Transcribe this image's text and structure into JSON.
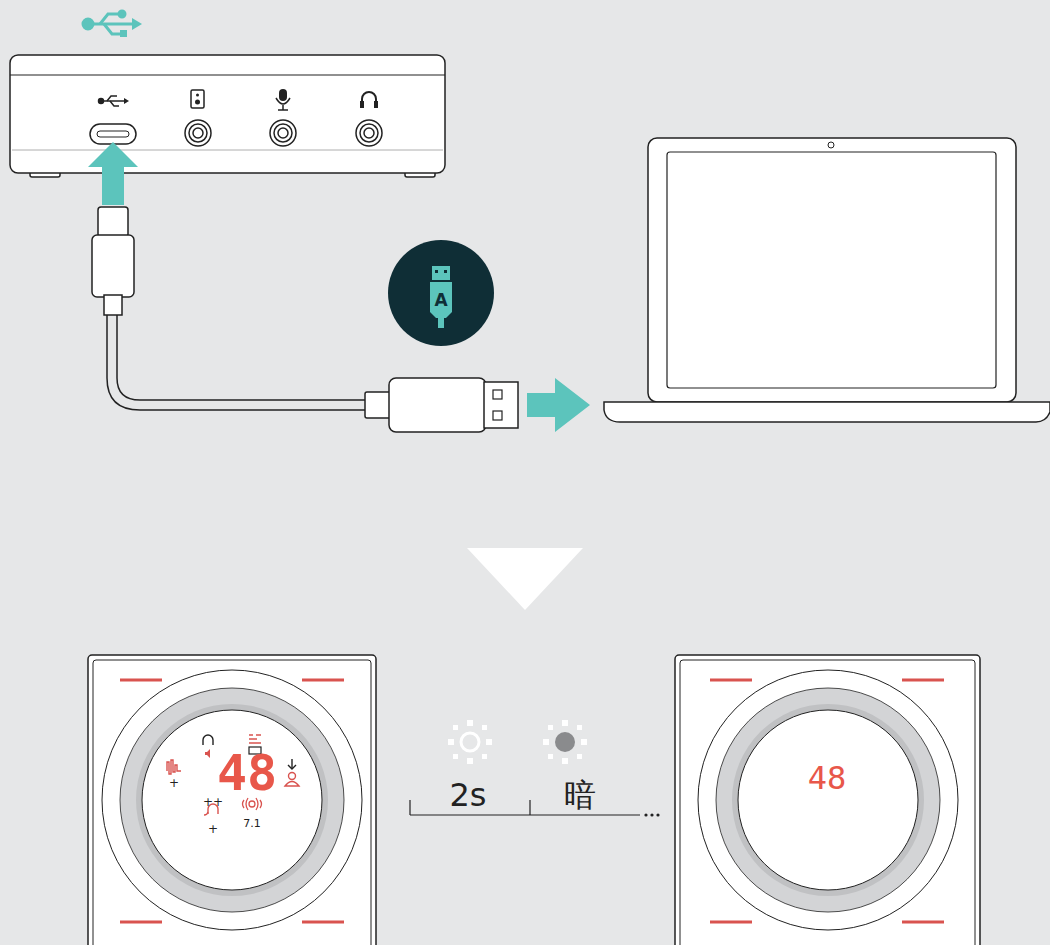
{
  "diagram": {
    "labels": [
      "A",
      "48",
      "++",
      "+",
      "+",
      "7.1",
      "2s",
      "暗",
      "48"
    ]
  }
}
